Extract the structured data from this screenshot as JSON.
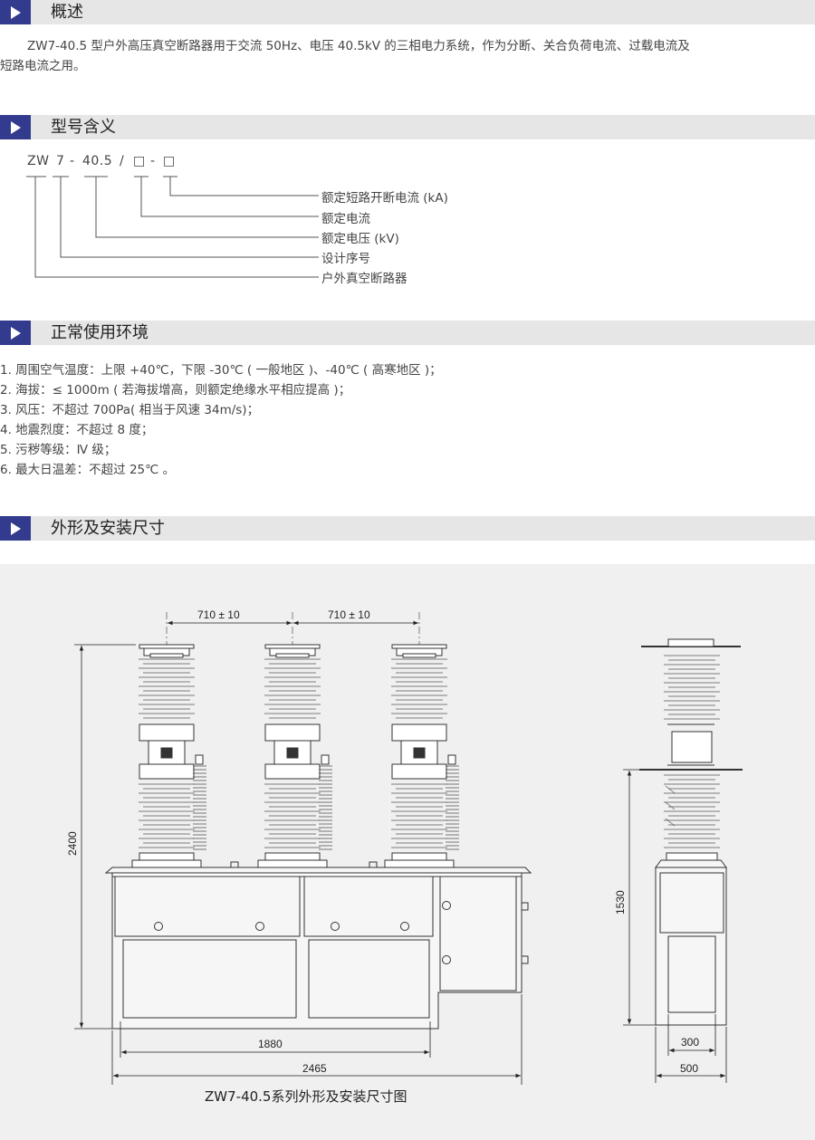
{
  "sections": {
    "overview": "概述",
    "model_meaning": "型号含义",
    "environment": "正常使用环境",
    "dimensions": "外形及安装尺寸"
  },
  "overview_text": {
    "line1": "ZW7-40.5 型户外高压真空断路器用于交流 50Hz、电压 40.5kV 的三相电力系统，作为分断、关合负荷电流、过载电流及",
    "line2": "短路电流之用。"
  },
  "model_code": {
    "zw": "ZW",
    "seq": "7",
    "dash1": "-",
    "voltage": "40.5",
    "slash": "/",
    "box1": "□",
    "dash2": "-",
    "box2": "□"
  },
  "model_labels": [
    "额定短路开断电流 (kA)",
    "额定电流",
    "额定电压 (kV)",
    "设计序号",
    "户外真空断路器"
  ],
  "environment_items": [
    "1.  周围空气温度：上限 +40℃，下限 -30℃ ( 一般地区 )、-40℃ ( 高寒地区 )；",
    "2.  海拔：≤ 1000m ( 若海拔增高，则额定绝缘水平相应提高 )；",
    "3.  风压：不超过 700Pa( 相当于风速 34m/s)；",
    "4.  地震烈度：不超过 8 度；",
    "5.  污秽等级：Ⅳ 级；",
    "6.  最大日温差：不超过 25℃ 。"
  ],
  "drawing": {
    "spacing_1": "710 ± 10",
    "spacing_2": "710 ± 10",
    "height_total": "2400",
    "base_inner": "1880",
    "base_total": "2465",
    "side_height": "1530",
    "side_inner": "300",
    "side_total": "500",
    "caption": "ZW7-40.5系列外形及安装尺寸图"
  },
  "colors": {
    "accent": "#333b8e",
    "bar_bg": "#e6e6e6",
    "drawing_bg": "#f0f0f0"
  }
}
